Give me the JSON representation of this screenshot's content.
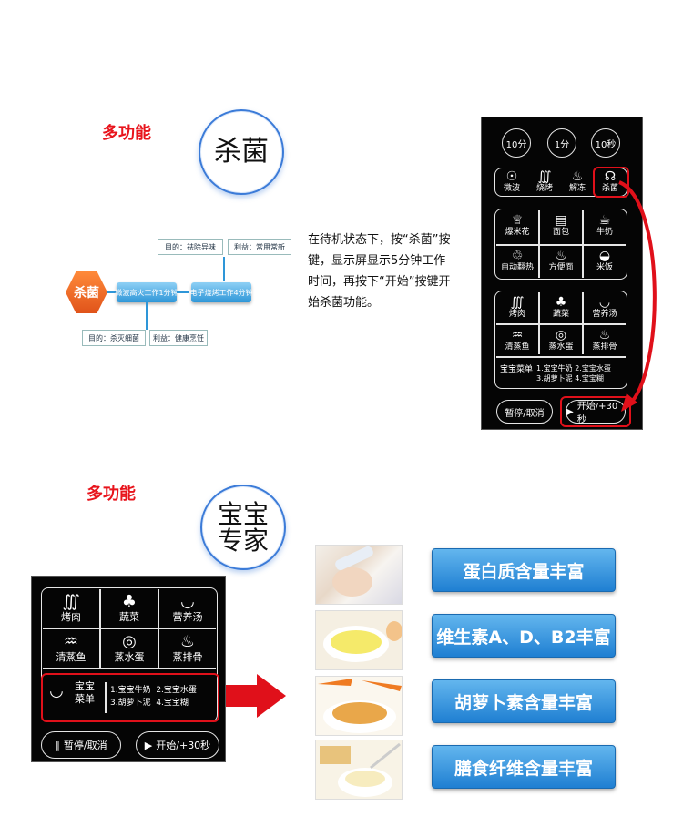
{
  "section1": {
    "heading": "多功能",
    "circle": "杀菌",
    "description": "在待机状态下，按“杀菌”按键，显示屏显示5分钟工作时间，再按下“开始”按键开始杀菌功能。",
    "flow": {
      "hex": "杀菌",
      "box1": "微波高火工作1分钟",
      "box2": "电子烧烤工作4分钟",
      "note_top1": "目的：祛除异味",
      "note_top2": "利益：常用常新",
      "note_bot1": "目的：杀灭细菌",
      "note_bot2": "利益：健康烹饪"
    }
  },
  "panel1": {
    "time_buttons": [
      "10分",
      "1分",
      "10秒"
    ],
    "modes": [
      {
        "icon": "☉",
        "label": "微波"
      },
      {
        "icon": "∭",
        "label": "烧烤"
      },
      {
        "icon": "♨",
        "label": "解冻"
      },
      {
        "icon": "☊",
        "label": "杀菌"
      }
    ],
    "grid1": [
      {
        "icon": "♕",
        "label": "爆米花"
      },
      {
        "icon": "▤",
        "label": "面包"
      },
      {
        "icon": "☕",
        "label": "牛奶"
      },
      {
        "icon": "♲",
        "label": "自动翻热"
      },
      {
        "icon": "♨",
        "label": "方便面"
      },
      {
        "icon": "◒",
        "label": "米饭"
      }
    ],
    "grid2": [
      {
        "icon": "∭",
        "label": "烤肉"
      },
      {
        "icon": "♣",
        "label": "蔬菜"
      },
      {
        "icon": "◡",
        "label": "营养汤"
      },
      {
        "icon": "♒",
        "label": "清蒸鱼"
      },
      {
        "icon": "◎",
        "label": "蒸水蛋"
      },
      {
        "icon": "♨",
        "label": "蒸排骨"
      }
    ],
    "baby": {
      "label": "宝宝菜单",
      "items": [
        "1.宝宝牛奶",
        "2.宝宝水蛋",
        "3.胡萝卜泥",
        "4.宝宝糊"
      ]
    },
    "pause": "暂停/取消",
    "start": "开始/+30秒"
  },
  "section2": {
    "heading": "多功能",
    "circle_line1": "宝宝",
    "circle_line2": "专家"
  },
  "panel2": {
    "grid": [
      {
        "icon": "∭",
        "label": "烤肉"
      },
      {
        "icon": "♣",
        "label": "蔬菜"
      },
      {
        "icon": "◡",
        "label": "营养汤"
      },
      {
        "icon": "♒",
        "label": "清蒸鱼"
      },
      {
        "icon": "◎",
        "label": "蒸水蛋"
      },
      {
        "icon": "♨",
        "label": "蒸排骨"
      }
    ],
    "baby": {
      "label1": "宝宝",
      "label2": "菜单",
      "items": [
        "1.宝宝牛奶",
        "2.宝宝水蛋",
        "3.胡萝卜泥",
        "4.宝宝糊"
      ]
    },
    "pause": "暂停/取消",
    "start": "开始/+30秒"
  },
  "benefits": [
    "蛋白质含量丰富",
    "维生素A、D、B2丰富",
    "胡萝卜素含量丰富",
    "膳食纤维含量丰富"
  ],
  "colors": {
    "heading": "#e8141c",
    "label_blue": "#1f7fd2",
    "red_box": "#e0101a",
    "circle_border": "#3b7bd8"
  }
}
